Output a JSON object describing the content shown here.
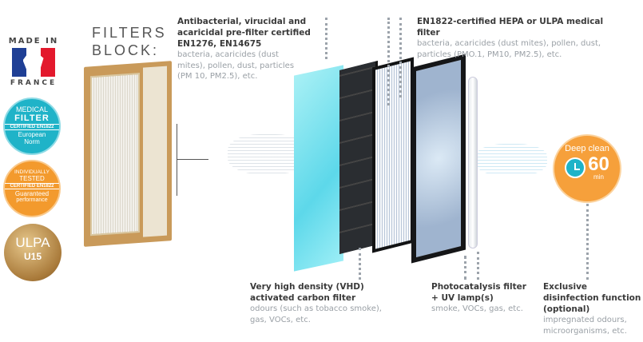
{
  "badges": {
    "made_in": "MADE IN",
    "france": "FRANCE",
    "medical": {
      "line1": "MEDICAL",
      "line2": "FILTER",
      "cert": "CERTIFIED EN1822",
      "line3": "European",
      "line4": "Norm",
      "color": "#1fb3c8"
    },
    "tested": {
      "line1": "INDIVIDUALLY",
      "line2": "TESTED",
      "cert": "CERTIFIED EN1822",
      "line3": "Guaranteed",
      "line4": "performance",
      "color": "#f39a2d"
    },
    "ulpa": {
      "line1": "ULPA",
      "line2": "U15",
      "color": "#b58a45"
    }
  },
  "block_title": {
    "line1": "FILTERS",
    "line2": "BLOCK:"
  },
  "labels": {
    "prefilter": {
      "title": "Antibacterial, virucidal and acaricidal pre-filter certified EN1276, EN14675",
      "sub": "bacteria, acaricides (dust mites), pollen, dust, particles (PM  10, PM2.5), etc."
    },
    "hepa": {
      "title": "EN1822-certified HEPA or ULPA medical filter",
      "sub": "bacteria, acaricides (dust mites), pollen, dust, particles (PMO.1, PM10, PM2.5), etc."
    },
    "carbon": {
      "title": "Very high density (VHD) activated carbon filter",
      "sub": "odours (such as tobacco smoke), gas, VOCs, etc."
    },
    "photo": {
      "title": "Photocatalysis filter + UV lamp(s)",
      "sub": "smoke, VOCs, gas, etc."
    },
    "disinfection": {
      "title": "Exclusive disinfection function (optional)",
      "sub": "impregnated odours, microorganisms, etc."
    }
  },
  "deep_clean": {
    "label": "Deep clean",
    "value": "60",
    "unit": "min",
    "color": "#f6a03b",
    "clock_color": "#1fb3c8"
  }
}
